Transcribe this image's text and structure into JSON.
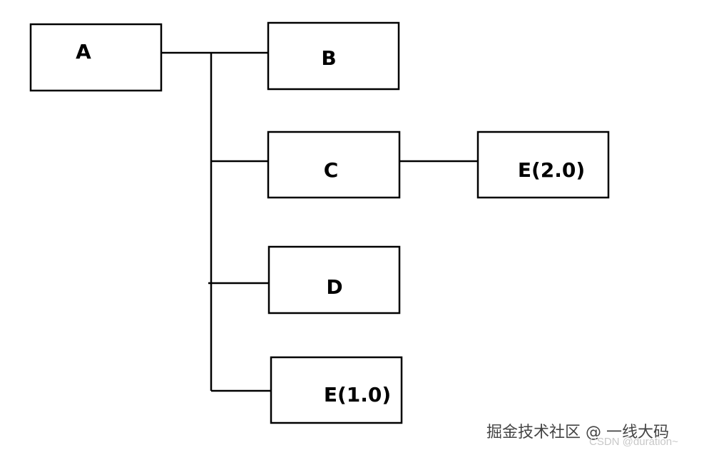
{
  "nodes": {
    "a": {
      "label": "A"
    },
    "b": {
      "label": "B"
    },
    "c": {
      "label": "C"
    },
    "d": {
      "label": "D"
    },
    "e2": {
      "label": "E(2.0)"
    },
    "e1": {
      "label": "E(1.0)"
    }
  },
  "watermark": {
    "main": "掘金技术社区 @ 一线大码",
    "sub": "CSDN @duration~"
  }
}
